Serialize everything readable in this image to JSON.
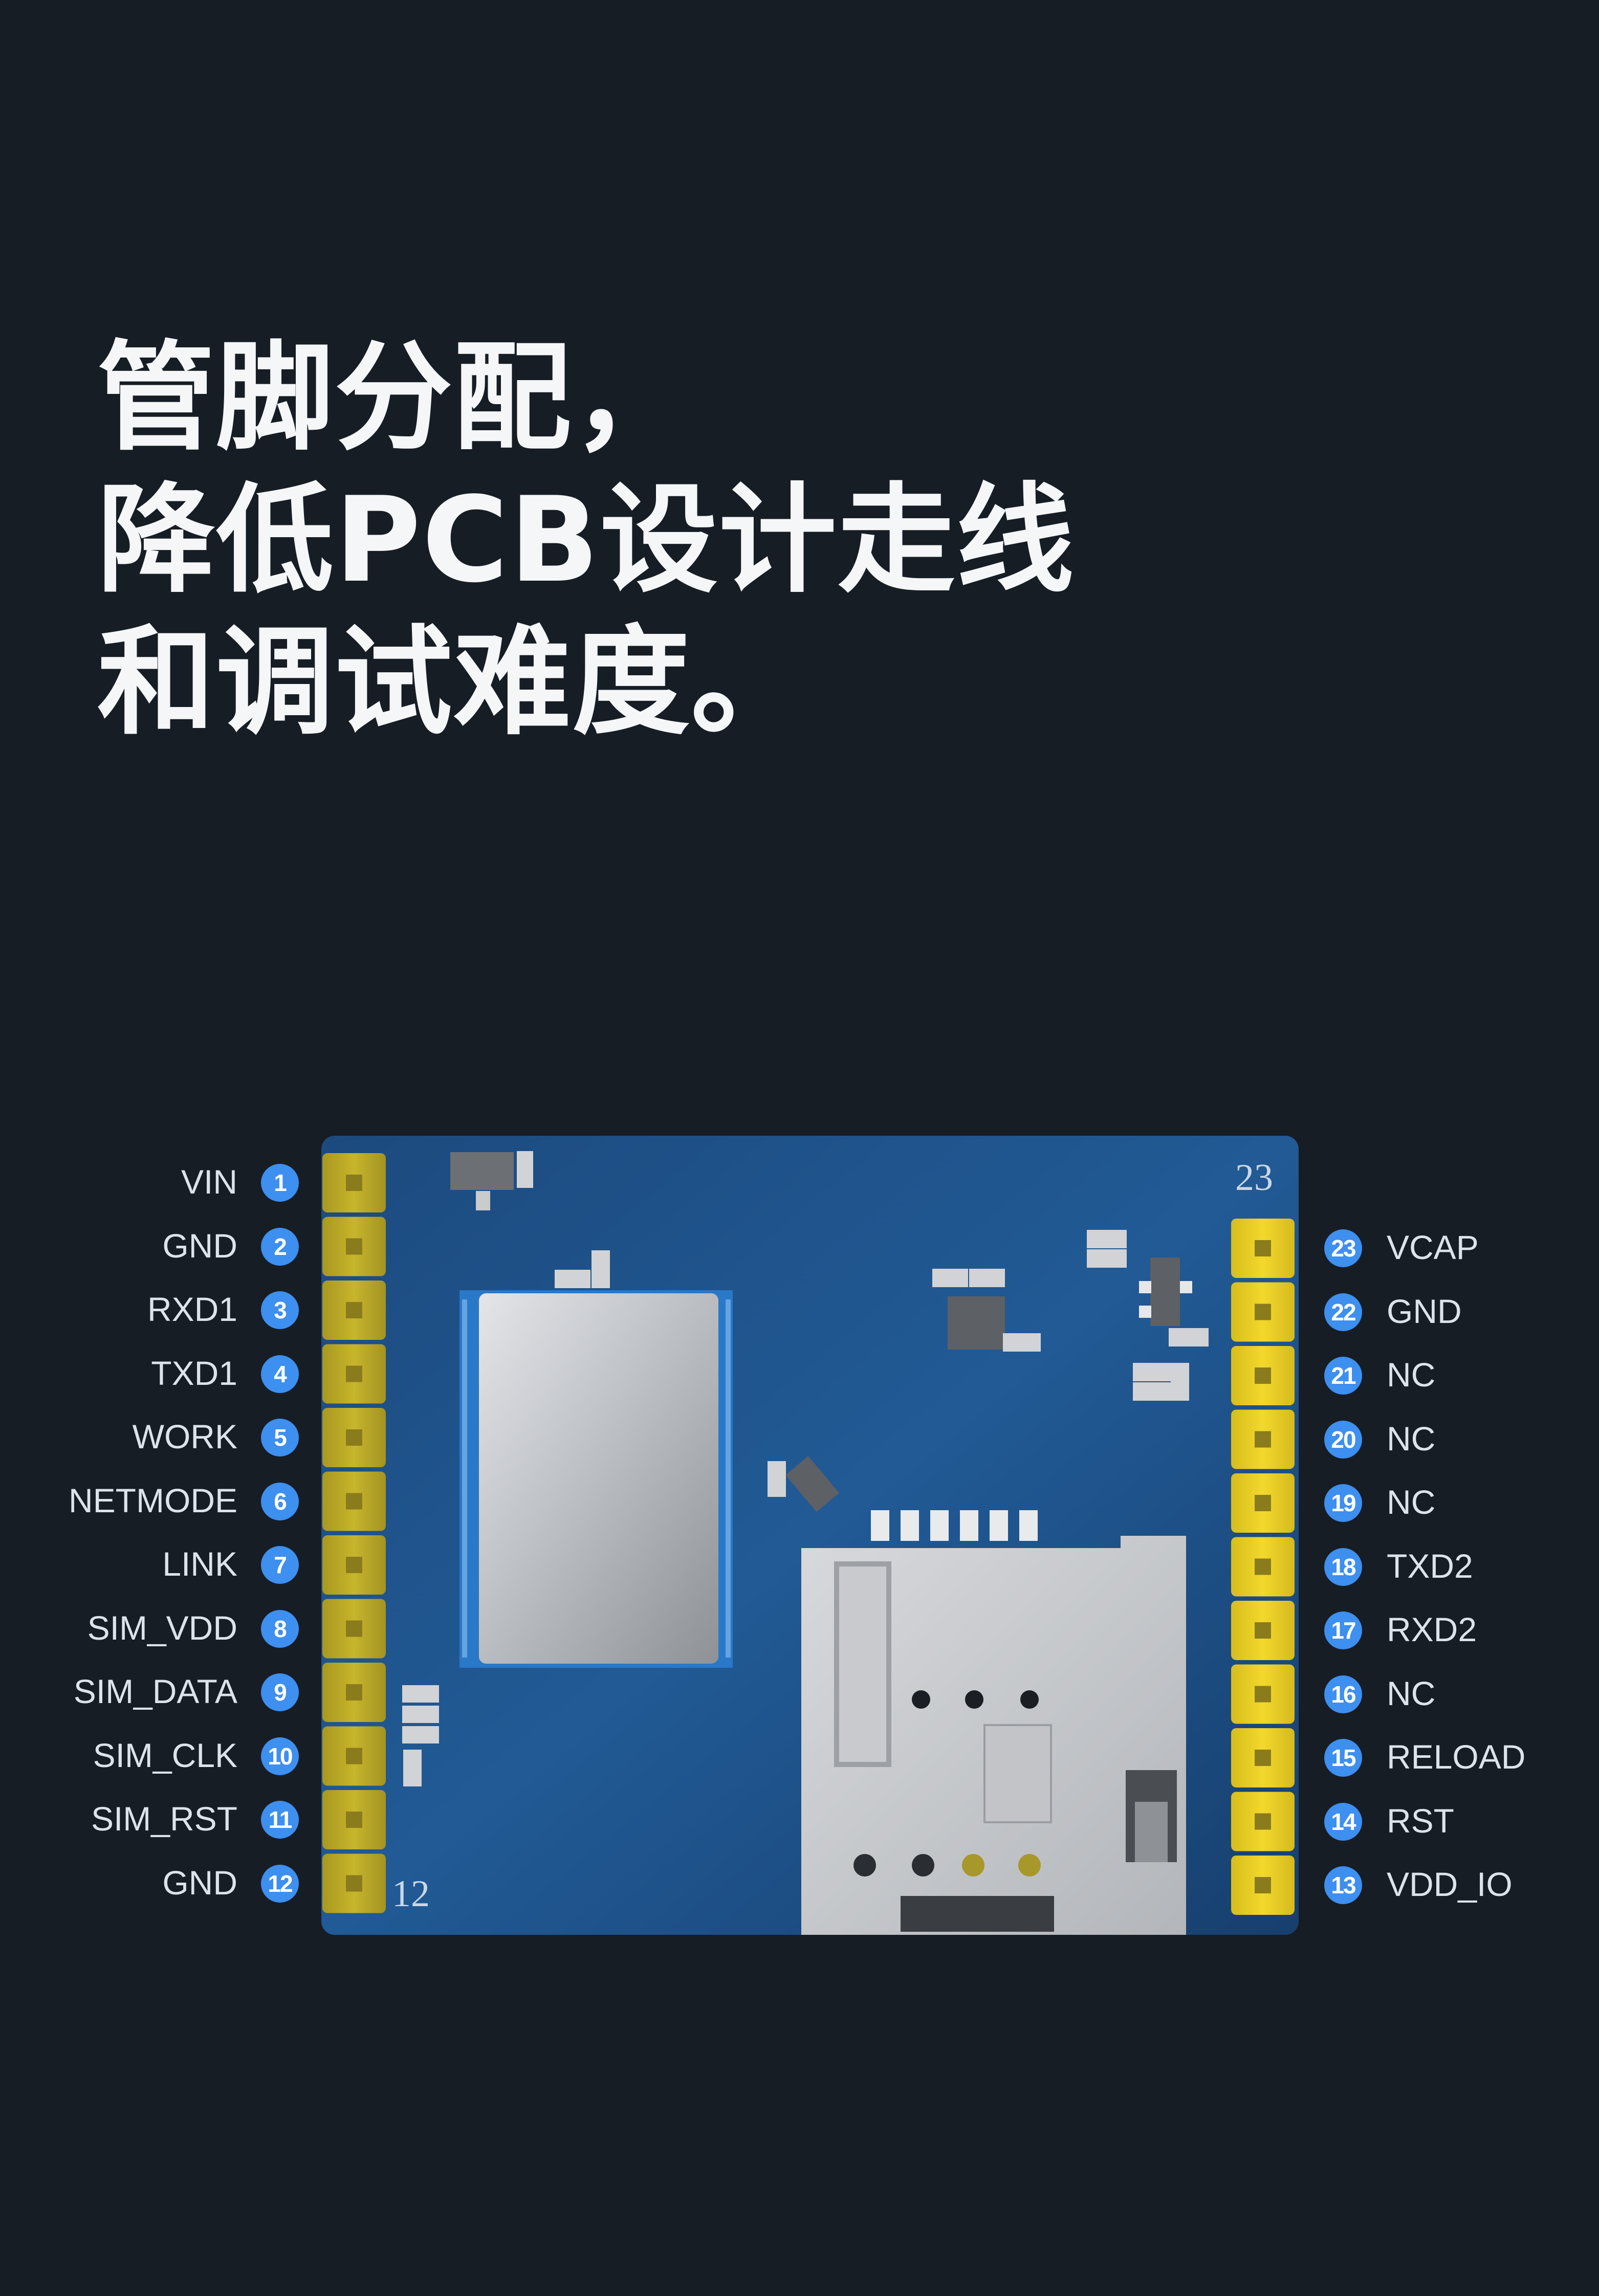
{
  "headline": {
    "line1": "管脚分配，",
    "line2": "降低PCB设计走线",
    "line3": "和调试难度。"
  },
  "board": {
    "left_corner_number": "12",
    "right_corner_number": "23"
  },
  "pins_left": [
    {
      "num": "1",
      "name": "VIN"
    },
    {
      "num": "2",
      "name": "GND"
    },
    {
      "num": "3",
      "name": "RXD1"
    },
    {
      "num": "4",
      "name": "TXD1"
    },
    {
      "num": "5",
      "name": "WORK"
    },
    {
      "num": "6",
      "name": "NETMODE"
    },
    {
      "num": "7",
      "name": "LINK"
    },
    {
      "num": "8",
      "name": "SIM_VDD"
    },
    {
      "num": "9",
      "name": "SIM_DATA"
    },
    {
      "num": "10",
      "name": "SIM_CLK"
    },
    {
      "num": "11",
      "name": "SIM_RST"
    },
    {
      "num": "12",
      "name": "GND"
    }
  ],
  "pins_right": [
    {
      "num": "23",
      "name": "VCAP"
    },
    {
      "num": "22",
      "name": "GND"
    },
    {
      "num": "21",
      "name": "NC"
    },
    {
      "num": "20",
      "name": "NC"
    },
    {
      "num": "19",
      "name": "NC"
    },
    {
      "num": "18",
      "name": "TXD2"
    },
    {
      "num": "17",
      "name": "RXD2"
    },
    {
      "num": "16",
      "name": "NC"
    },
    {
      "num": "15",
      "name": "RELOAD"
    },
    {
      "num": "14",
      "name": "RST"
    },
    {
      "num": "13",
      "name": "VDD_IO"
    }
  ],
  "colors": {
    "background": "#171d24",
    "pcb": "#1d4f86",
    "pin_left": "#c3b12a",
    "pin_right": "#f0d52a",
    "badge": "#3d8ff0"
  }
}
